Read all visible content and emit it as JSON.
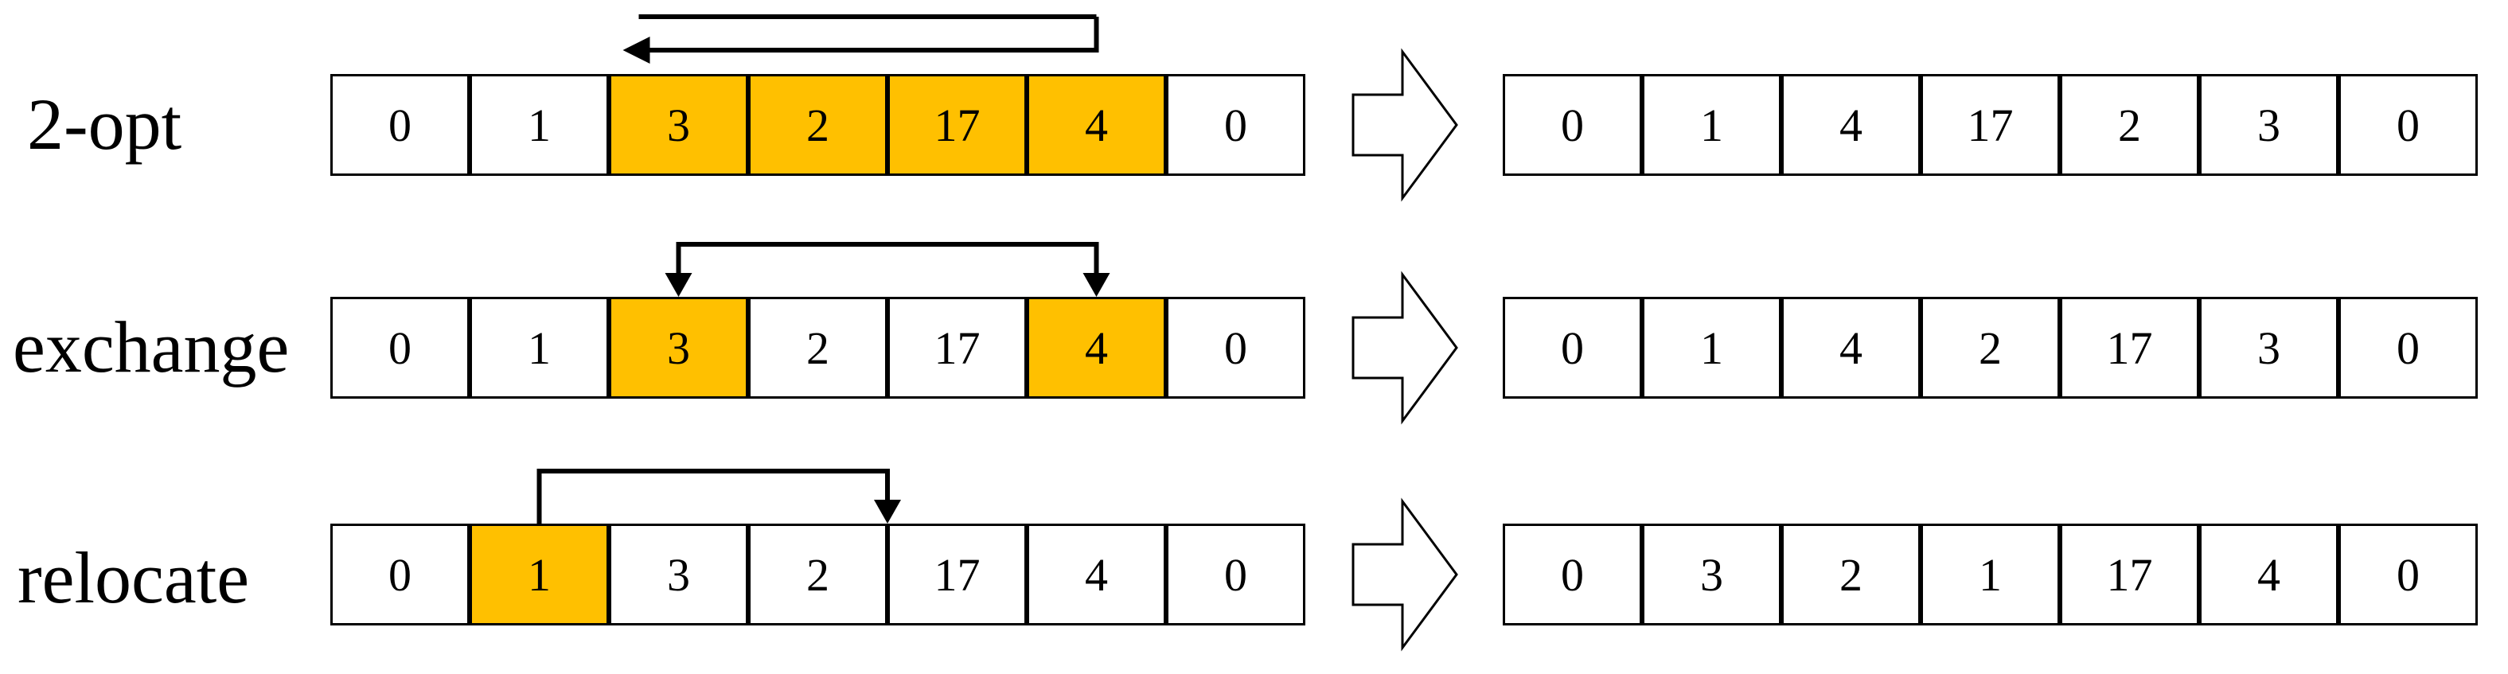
{
  "colors": {
    "highlight": "#FFC000",
    "cell_fill": "#FFFFFF",
    "stroke": "#000000"
  },
  "rows": [
    {
      "label": "2-opt",
      "before": [
        "0",
        "1",
        "3",
        "2",
        "17",
        "4",
        "0"
      ],
      "highlighted": [
        2,
        3,
        4,
        5
      ],
      "after": [
        "0",
        "1",
        "4",
        "17",
        "2",
        "3",
        "0"
      ],
      "move_arrow": {
        "from": 5,
        "to": 2,
        "style": "reverse-over"
      }
    },
    {
      "label": "exchange",
      "before": [
        "0",
        "1",
        "3",
        "2",
        "17",
        "4",
        "0"
      ],
      "highlighted": [
        2,
        5
      ],
      "after": [
        "0",
        "1",
        "4",
        "2",
        "17",
        "3",
        "0"
      ],
      "move_arrow": {
        "from": 2,
        "to": 5,
        "style": "double-headed"
      }
    },
    {
      "label": "relocate",
      "before": [
        "0",
        "1",
        "3",
        "2",
        "17",
        "4",
        "0"
      ],
      "highlighted": [
        1
      ],
      "after": [
        "0",
        "3",
        "2",
        "1",
        "17",
        "4",
        "0"
      ],
      "move_arrow": {
        "from": 1,
        "to": 3.5,
        "style": "insert"
      }
    }
  ]
}
